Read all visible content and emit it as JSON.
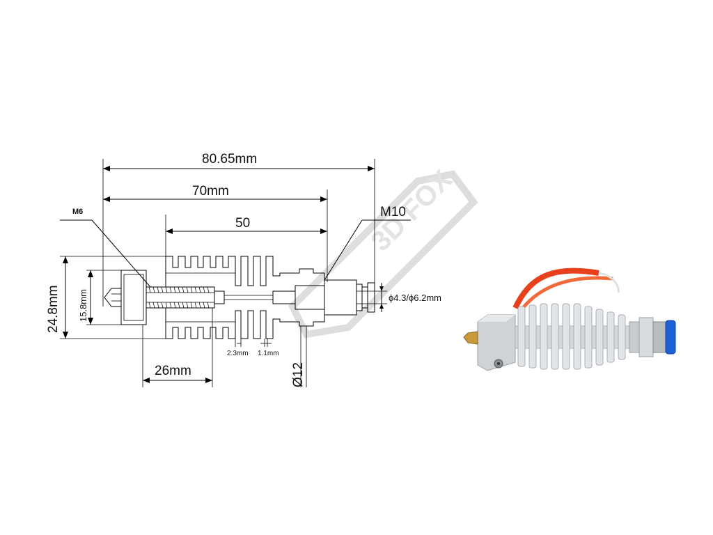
{
  "watermark": "3D FOX",
  "dimensions": {
    "overall_length": "80.65mm",
    "length_70": "70mm",
    "length_50": "50",
    "nozzle_thread": "M6",
    "top_thread": "M10",
    "block_height": "24.8mm",
    "inner_height": "15.8mm",
    "bore": "ϕ4.3/ϕ6.2mm",
    "fin_pitch": "2.3mm",
    "fin_gap": "1.1mm",
    "heater_offset": "26mm",
    "diameter": "Ø12"
  },
  "colors": {
    "line": "#000000",
    "watermark": "#c8c8c8",
    "wire": "#e8401c",
    "brass": "#c99a3a",
    "aluminum": "#d4d8dc",
    "fitting_blue": "#1f5fd6"
  }
}
